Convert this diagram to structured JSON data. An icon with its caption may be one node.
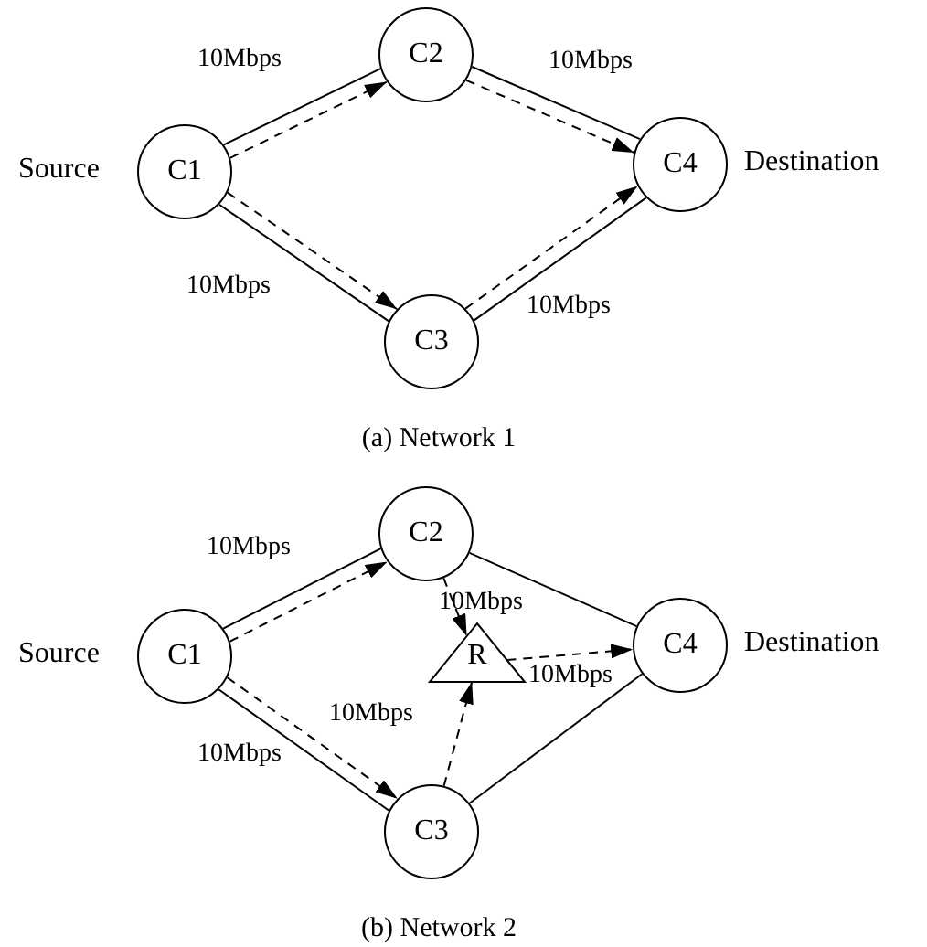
{
  "diagram": {
    "nodes": [
      {
        "text": [
          "C1"
        ],
        "beside": [
          "Source"
        ]
      },
      {
        "text": [
          "C2"
        ]
      },
      {
        "text": [
          "C3"
        ]
      },
      {
        "text": [
          "C4"
        ],
        "beside": [
          "Destination"
        ]
      },
      {
        "text": [
          "C1"
        ],
        "beside": [
          "Source"
        ]
      },
      {
        "text": [
          "C2"
        ]
      },
      {
        "text": [
          "R"
        ]
      },
      {
        "text": [
          "C3"
        ]
      },
      {
        "text": [
          "C4"
        ],
        "beside": [
          "Destination"
        ]
      }
    ],
    "edges": [
      {
        "from": 0,
        "to": 1,
        "arrow": "none",
        "label": "10Mbps"
      },
      {
        "from": 0,
        "to": 1,
        "arrow": "to",
        "style": "dashed"
      },
      {
        "from": 1,
        "to": 3,
        "arrow": "none",
        "label": "10Mbps"
      },
      {
        "from": 1,
        "to": 3,
        "arrow": "to",
        "style": "dashed"
      },
      {
        "from": 0,
        "to": 2,
        "arrow": "none",
        "label": "10Mbps"
      },
      {
        "from": 0,
        "to": 2,
        "arrow": "to",
        "style": "dashed"
      },
      {
        "from": 2,
        "to": 3,
        "arrow": "none",
        "label": "10Mbps"
      },
      {
        "from": 2,
        "to": 3,
        "arrow": "to",
        "style": "dashed"
      },
      {
        "from": 4,
        "to": 5,
        "arrow": "none",
        "label": "10Mbps"
      },
      {
        "from": 4,
        "to": 5,
        "arrow": "to",
        "style": "dashed"
      },
      {
        "from": 5,
        "to": 8,
        "arrow": "none"
      },
      {
        "from": 4,
        "to": 7,
        "arrow": "none",
        "label": "10Mbps"
      },
      {
        "from": 4,
        "to": 7,
        "arrow": "to",
        "style": "dashed"
      },
      {
        "from": 7,
        "to": 8,
        "arrow": "none"
      },
      {
        "from": 5,
        "to": 6,
        "arrow": "to",
        "style": "dashed",
        "label": "10Mbps"
      },
      {
        "from": 7,
        "to": 6,
        "arrow": "to",
        "style": "dashed",
        "label": "10Mbps"
      },
      {
        "from": 6,
        "to": 8,
        "arrow": "to",
        "style": "dashed",
        "label": "10Mbps"
      }
    ],
    "labels": [
      "(a) Network 1",
      "(b) Network 2"
    ]
  }
}
